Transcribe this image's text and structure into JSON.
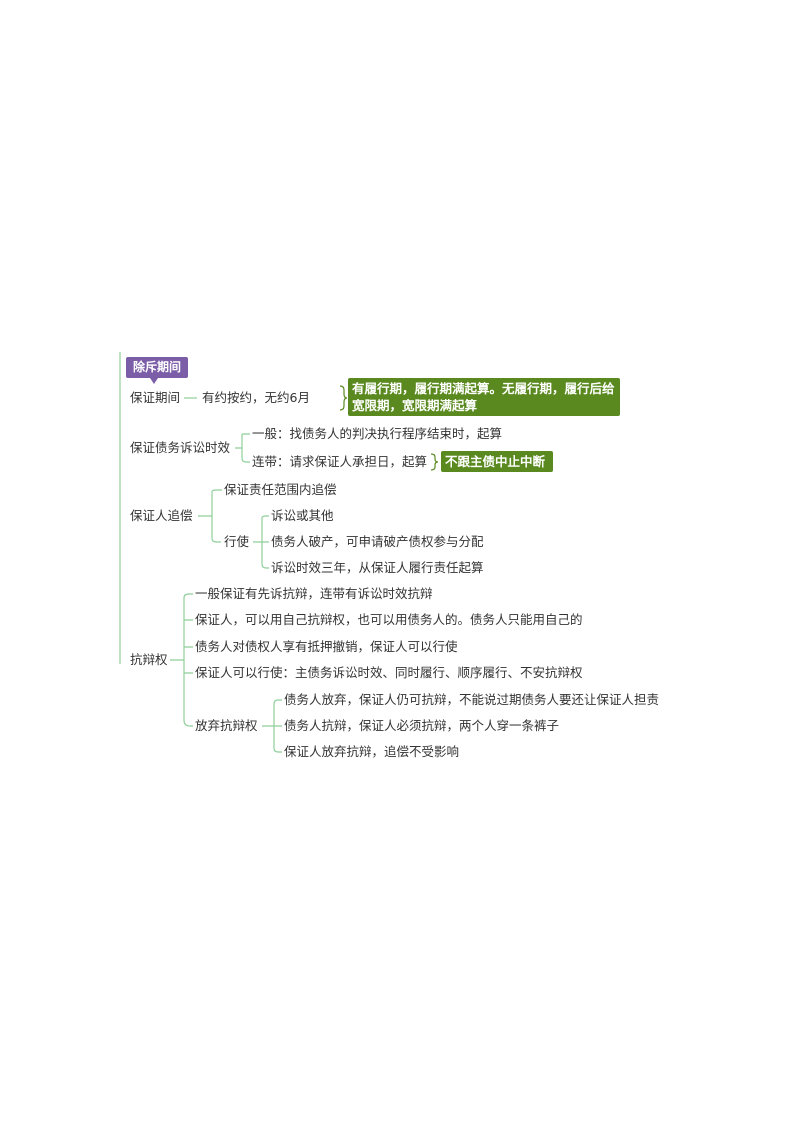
{
  "tag": {
    "label": "除斥期间"
  },
  "branches": {
    "period": {
      "label": "保证期间",
      "child": "有约按约，无约6月",
      "note": "有履行期，履行期满起算。无履行期，履行后给宽限期，宽限期满起算"
    },
    "limitation": {
      "label": "保证债务诉讼时效",
      "general": "一般：找债务人的判决执行程序结束时，起算",
      "joint": "连带：请求保证人承担日，起算",
      "note": "不跟主债中止中断"
    },
    "recourse": {
      "label": "保证人追偿",
      "scope": "保证责任范围内追偿",
      "exercise": {
        "label": "行使",
        "items": [
          "诉讼或其他",
          "债务人破产，可申请破产债权参与分配",
          "诉讼时效三年，从保证人履行责任起算"
        ]
      }
    },
    "defense": {
      "label": "抗辩权",
      "items": [
        "一般保证有先诉抗辩，连带有诉讼时效抗辩",
        "保证人，可以用自己抗辩权，也可以用债务人的。债务人只能用自己的",
        "债务人对债权人享有抵押撤销，保证人可以行使",
        "保证人可以行使：主债务诉讼时效、同时履行、顺序履行、不安抗辩权"
      ],
      "waiver": {
        "label": "放弃抗辩权",
        "items": [
          "债务人放弃，保证人仍可抗辩，不能说过期债务人要还让保证人担责",
          "债务人抗辩，保证人必须抗辩，两个人穿一条裤子",
          "保证人放弃抗辩，追偿不受影响"
        ]
      }
    }
  },
  "colors": {
    "connector": "#8fcf9a",
    "tag": "#7b5ea7",
    "callout": "#5a8a1f"
  }
}
